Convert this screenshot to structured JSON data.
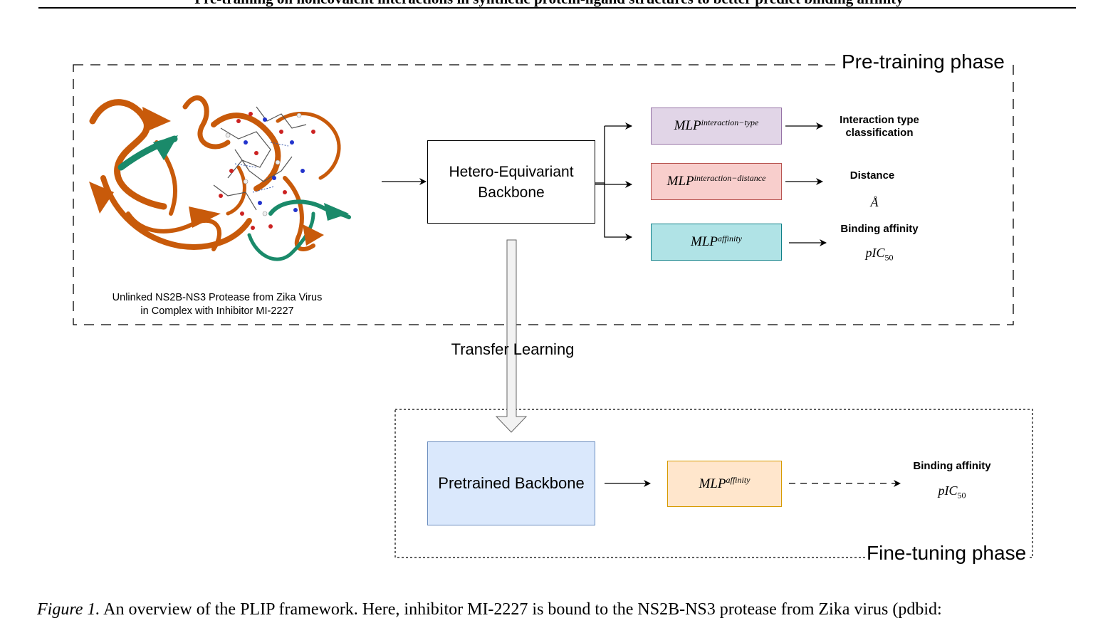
{
  "header": {
    "title": "Pre-training on noncovalent interactions in synthetic protein-ligand structures to better predict binding affinity"
  },
  "pretraining": {
    "phase_label": "Pre-training phase",
    "protein_caption_line1": "Unlinked NS2B-NS3 Protease from Zika Virus",
    "protein_caption_line2": "in Complex with Inhibitor MI-2227",
    "backbone_line1": "Hetero-Equivariant",
    "backbone_line2": "Backbone",
    "heads": [
      {
        "mlp": "MLP",
        "superscript": "interaction−type",
        "fill": "#e1d5e7",
        "stroke": "#9673a6"
      },
      {
        "mlp": "MLP",
        "superscript": "interaction−distance",
        "fill": "#f8cecc",
        "stroke": "#b85450"
      },
      {
        "mlp": "MLP",
        "superscript": "affinity",
        "fill": "#b0e3e6",
        "stroke": "#0e8088"
      }
    ],
    "outputs": [
      {
        "label_line1": "Interaction type",
        "label_line2": "classification"
      },
      {
        "label": "Distance",
        "unit": "Å"
      },
      {
        "label": "Binding affinity",
        "unit": "pIC",
        "unit_sub": "50"
      }
    ]
  },
  "transfer": {
    "label": "Transfer Learning"
  },
  "finetuning": {
    "phase_label": "Fine-tuning phase",
    "backbone": "Pretrained Backbone",
    "backbone_fill": "#dae8fc",
    "backbone_stroke": "#6c8ebf",
    "head": {
      "mlp": "MLP",
      "superscript": "affinity",
      "fill": "#ffe6cc",
      "stroke": "#d79b00"
    },
    "output": {
      "label": "Binding affinity",
      "unit": "pIC",
      "unit_sub": "50"
    }
  },
  "colors": {
    "protein_main": "#c85a0a",
    "protein_chain_b": "#1a8a6a"
  },
  "caption": {
    "figure_label": "Figure 1.",
    "text": "An overview of the PLIP framework. Here, inhibitor MI-2227 is bound to the NS2B-NS3 protease from Zika virus (pdbid:"
  }
}
